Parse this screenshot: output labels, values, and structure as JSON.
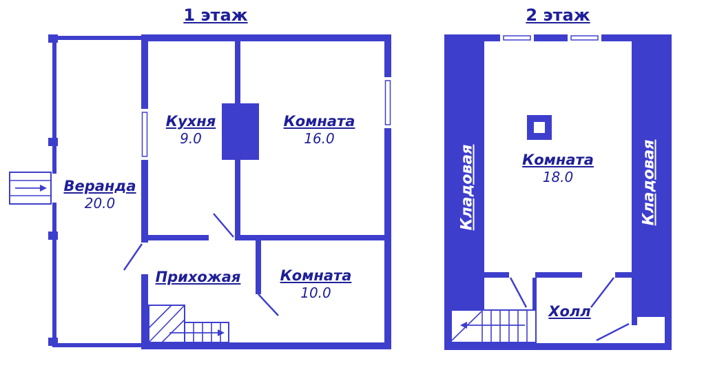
{
  "colors": {
    "wall": "#3e3ecd",
    "text": "#1f1f99",
    "band_text": "#ffffff",
    "background": "#ffffff"
  },
  "floor1": {
    "title": "1 этаж",
    "rooms": {
      "veranda": {
        "name": "Веранда",
        "area": "20.0"
      },
      "kitchen": {
        "name": "Кухня",
        "area": "9.0"
      },
      "room16": {
        "name": "Комната",
        "area": "16.0"
      },
      "hallway": {
        "name": "Прихожая"
      },
      "room10": {
        "name": "Комната",
        "area": "10.0"
      }
    }
  },
  "floor2": {
    "title": "2 этаж",
    "rooms": {
      "storage_left": {
        "name": "Кладовая"
      },
      "room18": {
        "name": "Комната",
        "area": "18.0"
      },
      "storage_right": {
        "name": "Кладовая"
      },
      "hall": {
        "name": "Холл"
      }
    }
  }
}
